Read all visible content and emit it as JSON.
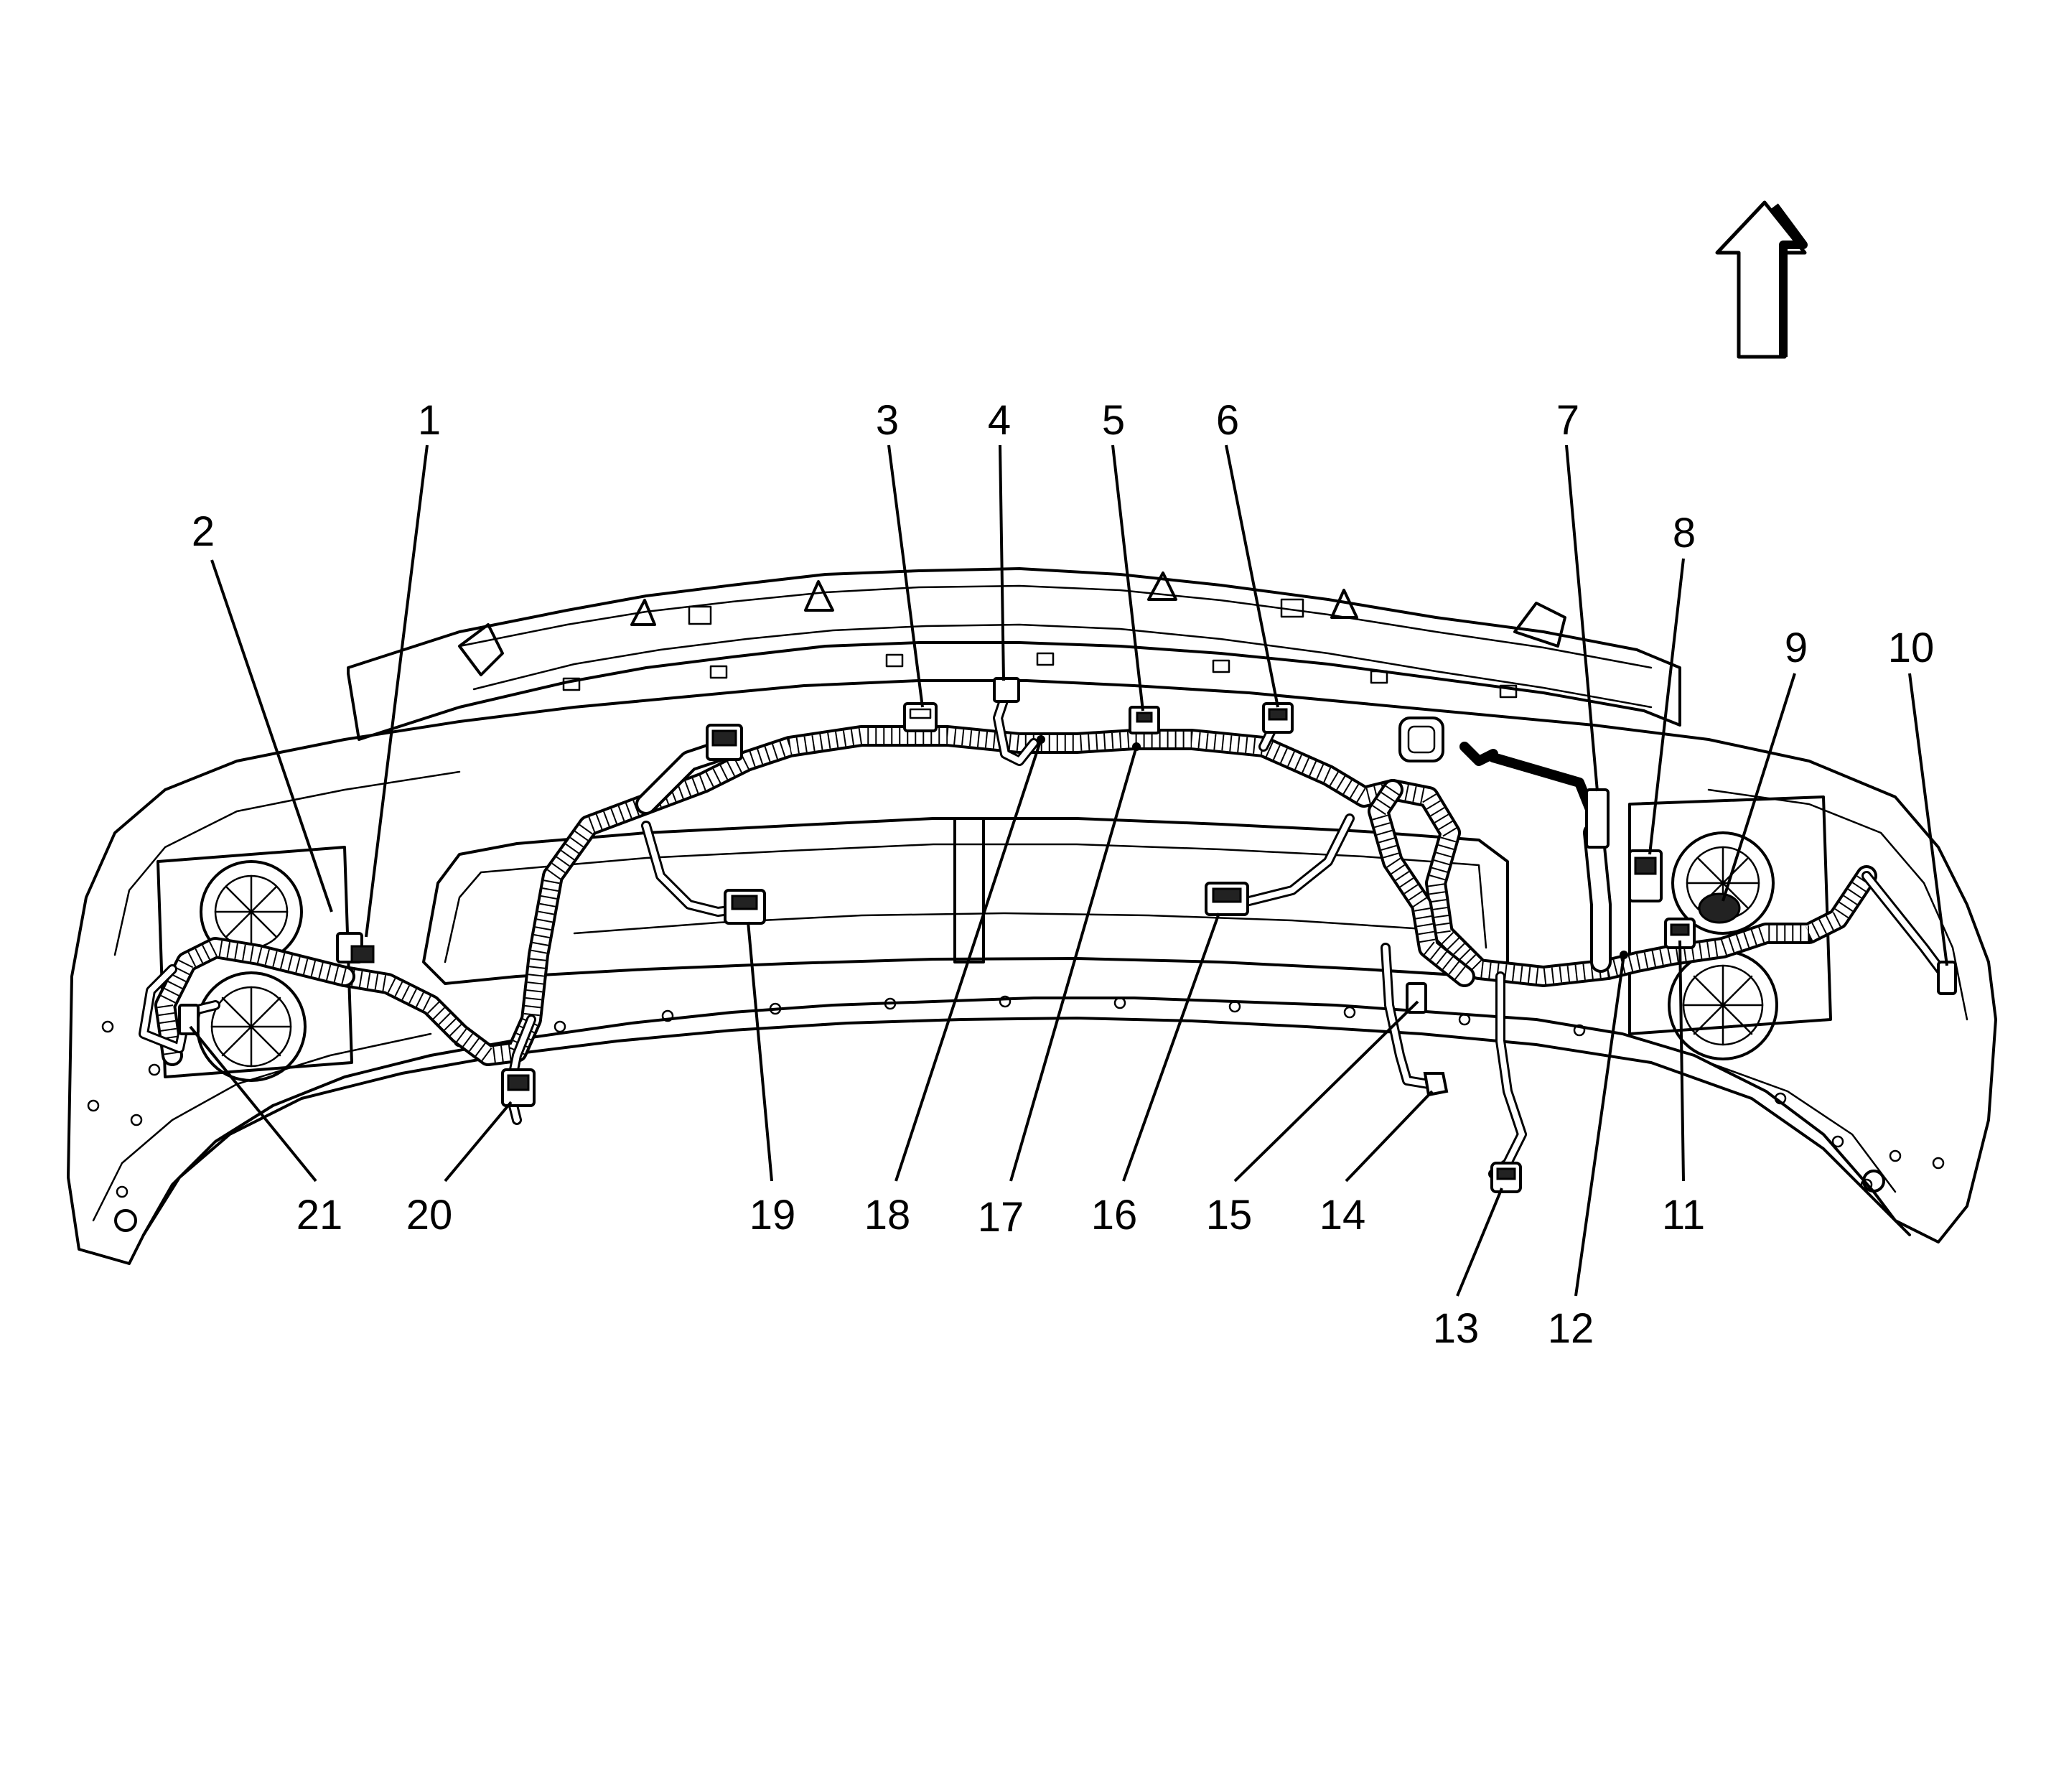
{
  "callouts": [
    {
      "id": "1",
      "label": "1"
    },
    {
      "id": "2",
      "label": "2"
    },
    {
      "id": "3",
      "label": "3"
    },
    {
      "id": "4",
      "label": "4"
    },
    {
      "id": "5",
      "label": "5"
    },
    {
      "id": "6",
      "label": "6"
    },
    {
      "id": "7",
      "label": "7"
    },
    {
      "id": "8",
      "label": "8"
    },
    {
      "id": "9",
      "label": "9"
    },
    {
      "id": "10",
      "label": "10"
    },
    {
      "id": "11",
      "label": "11"
    },
    {
      "id": "12",
      "label": "12"
    },
    {
      "id": "13",
      "label": "13"
    },
    {
      "id": "14",
      "label": "14"
    },
    {
      "id": "15",
      "label": "15"
    },
    {
      "id": "16",
      "label": "16"
    },
    {
      "id": "17",
      "label": "17"
    },
    {
      "id": "18",
      "label": "18"
    },
    {
      "id": "19",
      "label": "19"
    },
    {
      "id": "20",
      "label": "20"
    },
    {
      "id": "21",
      "label": "21"
    }
  ],
  "orientation_arrow": {
    "icon": "up-arrow-icon",
    "direction": "forward"
  }
}
